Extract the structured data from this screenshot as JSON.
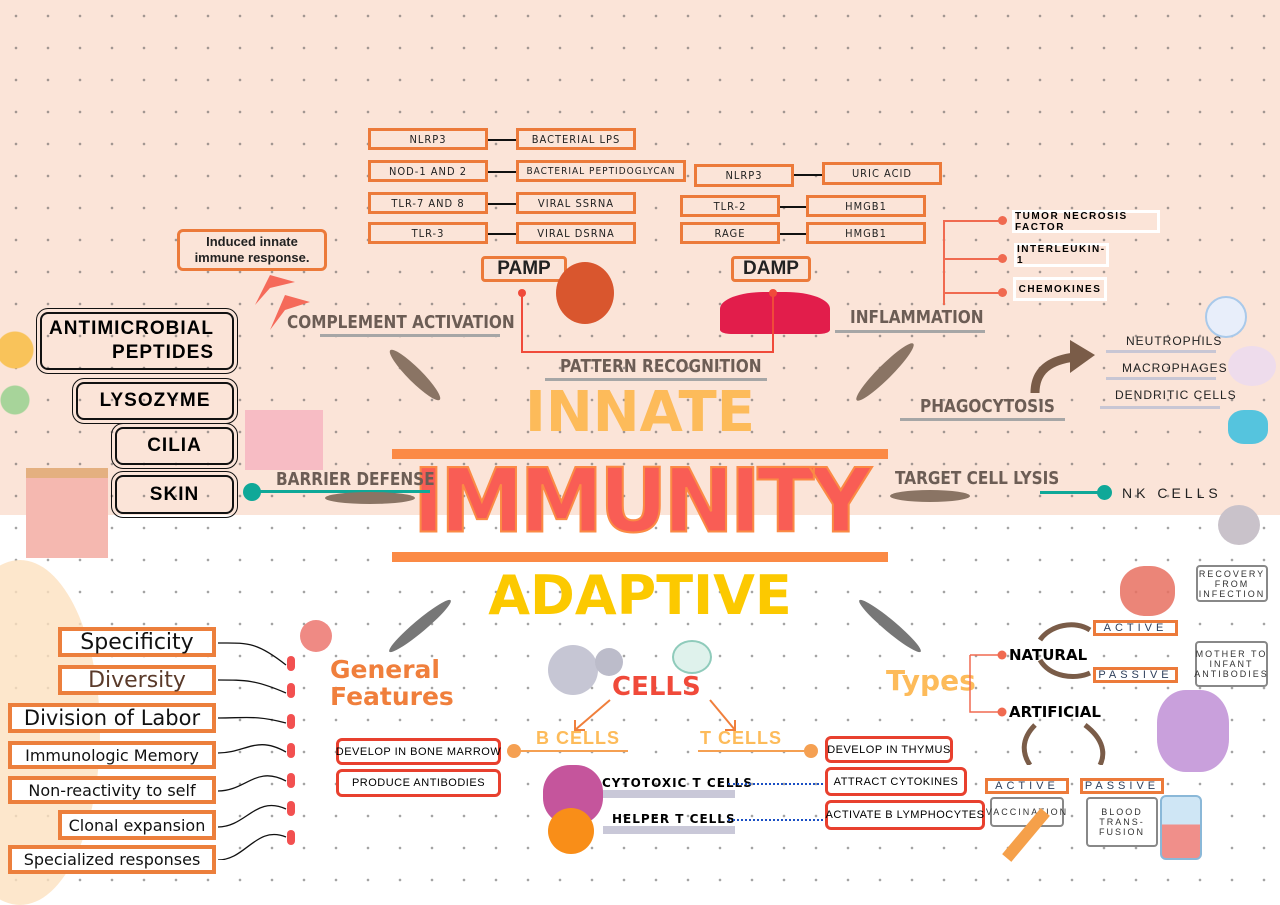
{
  "pamp_pairs": [
    [
      "NLRP3",
      "BACTERIAL LPS"
    ],
    [
      "NOD-1 AND 2",
      "BACTERIAL PEPTIDOGLYCAN"
    ],
    [
      "TLR-7 AND 8",
      "VIRAL SSRNA"
    ],
    [
      "TLR-3",
      "VIRAL DSRNA"
    ]
  ],
  "damp_pairs": [
    [
      "NLRP3",
      "URIC ACID"
    ],
    [
      "TLR-2",
      "HMGB1"
    ],
    [
      "RAGE",
      "HMGB1"
    ]
  ],
  "pamp_label": "PAMP",
  "damp_label": "DAMP",
  "induced": "Induced innate immune response.",
  "complement": "COMPLEMENT ACTIVATION",
  "inflammation": "INFLAMMATION",
  "pattern": "PATTERN RECOGNITION",
  "innate": "INNATE",
  "immunity": "IMMUNITY",
  "adaptive": "ADAPTIVE",
  "barriers": [
    "ANTIMICROBIAL PEPTIDES",
    "LYSOZYME",
    "CILIA",
    "SKIN"
  ],
  "barrier_defense": "BARRIER DEFENSE",
  "inflam_items": [
    "TUMOR NECROSIS FACTOR",
    "INTERLEUKIN-1",
    "CHEMOKINES"
  ],
  "phagocytosis": "PHAGOCYTOSIS",
  "phago_items": [
    "NEUTROPHILS",
    "MACROPHAGES",
    "DENDRITIC CELLS"
  ],
  "target_lysis": "TARGET CELL LYSIS",
  "nk": "NK CELLS",
  "general_features": "General Features",
  "features": [
    "Specificity",
    "Diversity",
    "Division of Labor",
    "Immunologic Memory",
    "Non-reactivity to self",
    "Clonal expansion",
    "Specialized responses"
  ],
  "cells": "CELLS",
  "b_cells": "B CELLS",
  "t_cells": "T CELLS",
  "b_items": [
    "DEVELOP IN BONE MARROW",
    "PRODUCE ANTIBODIES"
  ],
  "t_items": [
    "DEVELOP IN THYMUS",
    "ATTRACT CYTOKINES",
    "ACTIVATE B LYMPHOCYTES"
  ],
  "cytotoxic": "CYTOTOXIC T CELLS",
  "helper": "HELPER T CELLS",
  "types": "Types",
  "natural": "NATURAL",
  "artificial": "ARTIFICIAL",
  "active": "ACTIVE",
  "passive": "PASSIVE",
  "recovery": "RECOVERY FROM INFECTION",
  "mother": "MOTHER TO INFANT ANTIBODIES",
  "vaccination": "VACCINATION",
  "blood": "BLOOD TRANS-FUSION",
  "colors": {
    "peach": "#fbe4d8",
    "orange": "#ec7a3a",
    "red": "#f95d55",
    "yellow": "#fcc900",
    "teal": "#0fa898"
  }
}
